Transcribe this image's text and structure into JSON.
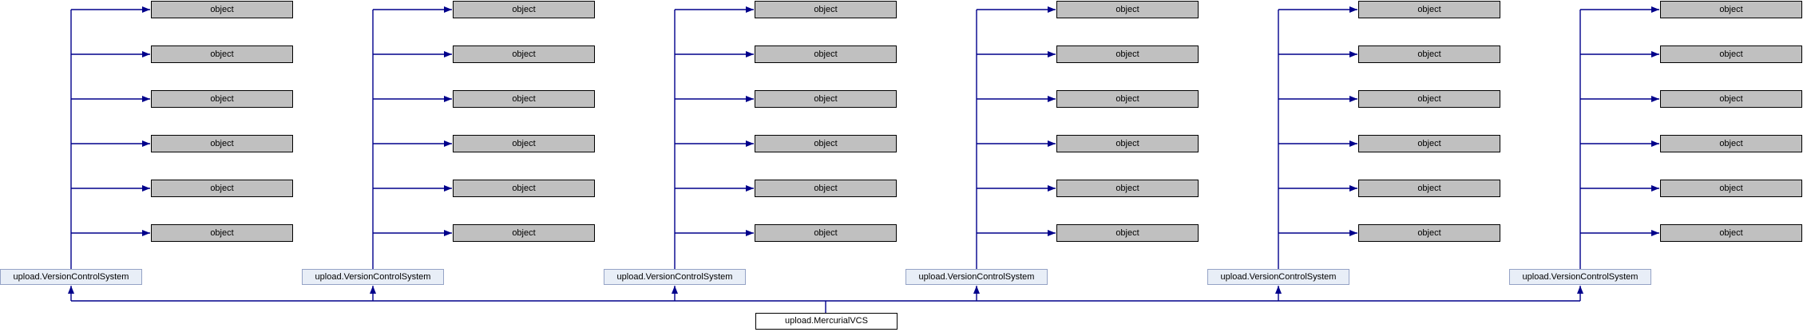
{
  "diagram": {
    "type": "class-inheritance-graph",
    "node_labels": {
      "base": "object",
      "parent": "upload.VersionControlSystem",
      "child": "upload.MercurialVCS"
    },
    "structure": {
      "columns": 6,
      "base_nodes_per_column": 6,
      "parent_nodes": 6,
      "child_nodes": 1
    },
    "relationships": [
      {
        "from": "upload.MercurialVCS",
        "to": "upload.VersionControlSystem",
        "type": "inherits"
      },
      {
        "from": "upload.VersionControlSystem",
        "to": "object",
        "type": "inherits"
      }
    ],
    "colors": {
      "edge": "#00008b",
      "base_fill": "#c0c0c0",
      "base_border": "#000000",
      "parent_fill": "#e8eef7",
      "parent_border": "#95a3c6",
      "child_fill": "#ffffff",
      "child_border": "#000000",
      "text": "#000000",
      "background": "#ffffff"
    }
  }
}
